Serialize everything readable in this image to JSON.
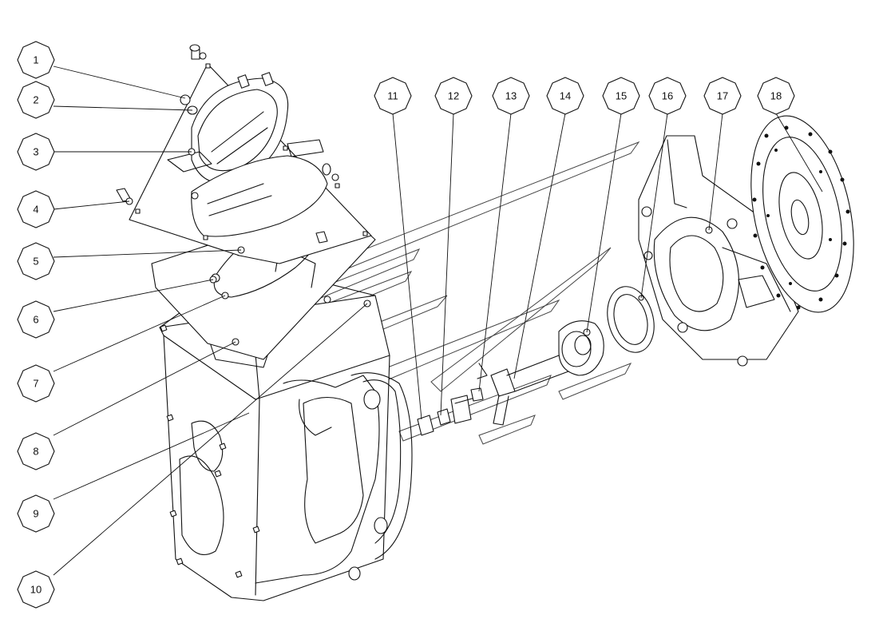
{
  "diagram": {
    "type": "exploded-parts-view",
    "callouts": [
      {
        "id": "c1",
        "label": "1"
      },
      {
        "id": "c2",
        "label": "2"
      },
      {
        "id": "c3",
        "label": "3"
      },
      {
        "id": "c4",
        "label": "4"
      },
      {
        "id": "c5",
        "label": "5"
      },
      {
        "id": "c6",
        "label": "6"
      },
      {
        "id": "c7",
        "label": "7"
      },
      {
        "id": "c8",
        "label": "8"
      },
      {
        "id": "c9",
        "label": "9"
      },
      {
        "id": "c10",
        "label": "10"
      },
      {
        "id": "c11",
        "label": "11"
      },
      {
        "id": "c12",
        "label": "12"
      },
      {
        "id": "c13",
        "label": "13"
      },
      {
        "id": "c14",
        "label": "14"
      },
      {
        "id": "c15",
        "label": "15"
      },
      {
        "id": "c16",
        "label": "16"
      },
      {
        "id": "c17",
        "label": "17"
      },
      {
        "id": "c18",
        "label": "18"
      }
    ]
  }
}
